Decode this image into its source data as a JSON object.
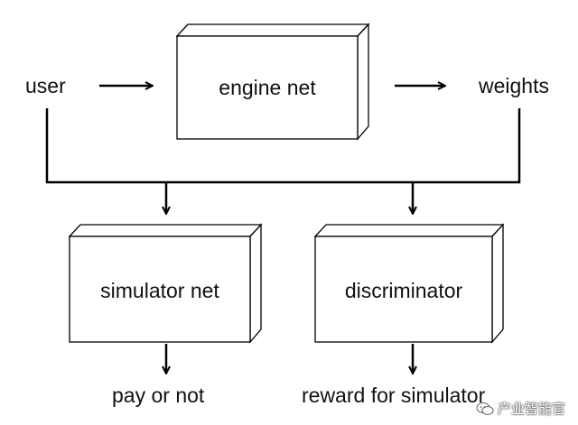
{
  "diagram": {
    "inputs": {
      "user": "user",
      "weights": "weights"
    },
    "boxes": {
      "engine": "engine net",
      "simulator": "simulator net",
      "discriminator": "discriminator"
    },
    "outputs": {
      "simulator_output": "pay or not",
      "discriminator_output": "reward for simulator"
    }
  },
  "watermark": {
    "text": "产业智能官",
    "icon": "wechat-icon"
  }
}
